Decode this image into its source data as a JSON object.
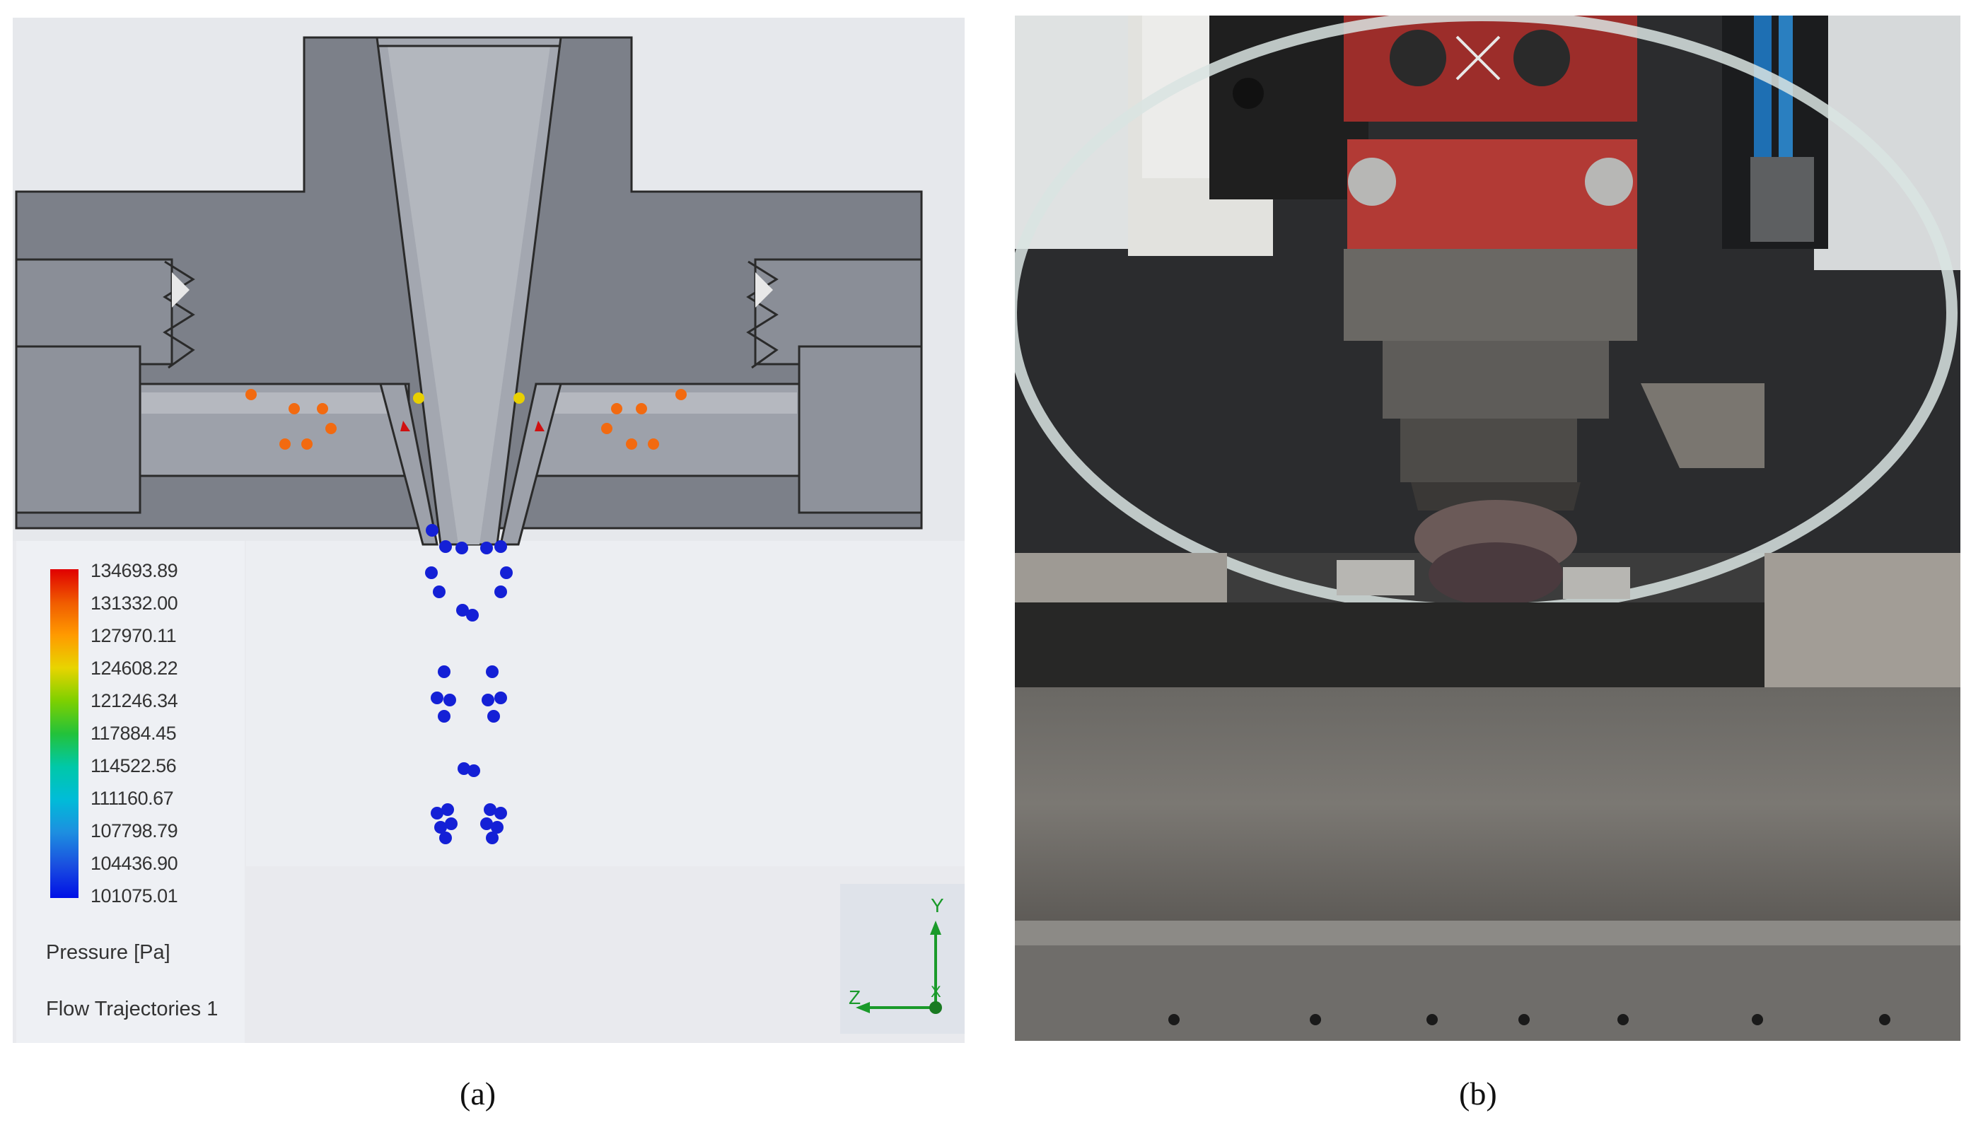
{
  "figure": {
    "panel_a": {
      "legend": {
        "ticks": [
          "134693.89",
          "131332.00",
          "127970.11",
          "124608.22",
          "121246.34",
          "117884.45",
          "114522.56",
          "111160.67",
          "107798.79",
          "104436.90",
          "101075.01"
        ],
        "quantity": "Pressure [Pa]",
        "plot_name": "Flow Trajectories 1"
      },
      "axis_triad": {
        "y_label": "Y",
        "z_label": "Z",
        "x_label": "X"
      },
      "caption": "(a)"
    },
    "panel_b": {
      "caption": "(b)"
    }
  }
}
